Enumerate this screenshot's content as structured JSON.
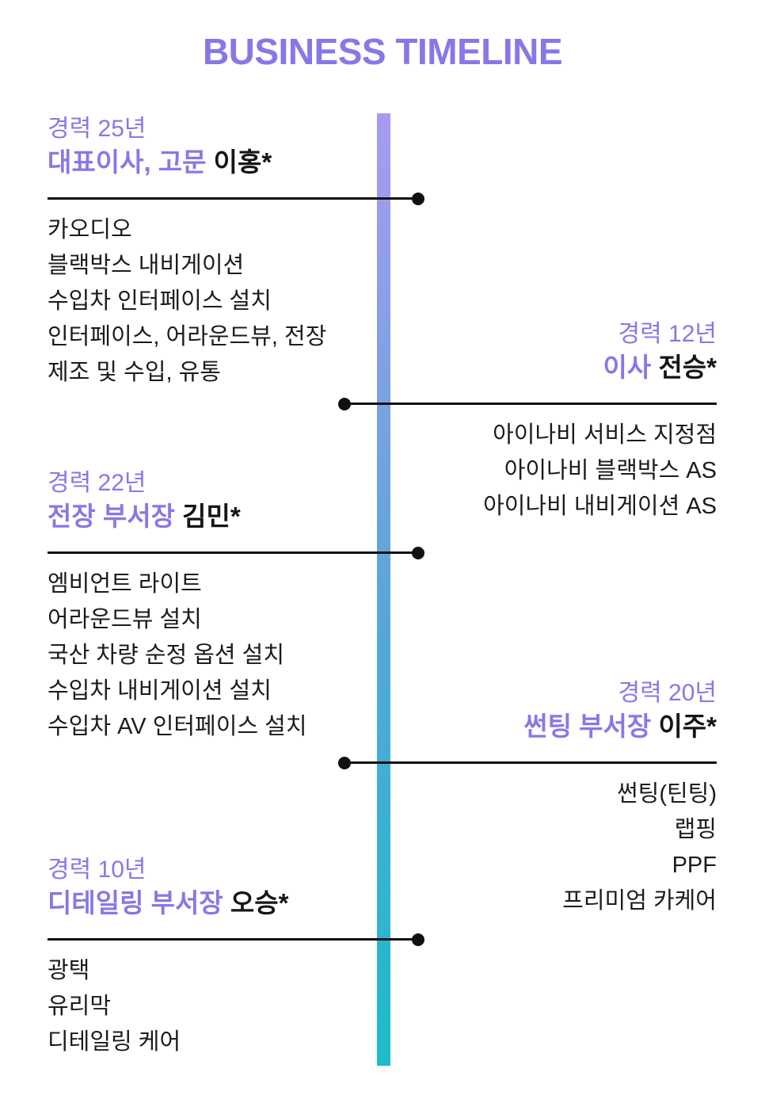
{
  "title": "BUSINESS TIMELINE",
  "colors": {
    "accent_purple": "#8678E8",
    "gradient_top": "#A89BF0",
    "gradient_mid": "#55A7D8",
    "gradient_bottom": "#1CBCC9",
    "text_dark": "#151515",
    "line_black": "#111111",
    "bg": "#FFFFFF"
  },
  "entries": [
    {
      "side": "left",
      "years": "경력 25년",
      "role": "대표이사, 고문",
      "name": "이홍*",
      "items": [
        "카오디오",
        "블랙박스 내비게이션",
        "수입차 인터페이스 설치",
        "인터페이스, 어라운드뷰, 전장",
        "제조 및 수입, 유통"
      ]
    },
    {
      "side": "right",
      "years": "경력 12년",
      "role": "이사",
      "name": "전승*",
      "items": [
        "아이나비 서비스 지정점",
        "아이나비 블랙박스 AS",
        "아이나비 내비게이션 AS"
      ]
    },
    {
      "side": "left",
      "years": "경력 22년",
      "role": "전장 부서장",
      "name": "김민*",
      "items": [
        "엠비언트 라이트",
        "어라운드뷰 설치",
        "국산 차량 순정 옵션 설치",
        "수입차 내비게이션 설치",
        "수입차 AV 인터페이스 설치"
      ]
    },
    {
      "side": "right",
      "years": "경력 20년",
      "role": "썬팅 부서장",
      "name": "이주*",
      "items": [
        "썬팅(틴팅)",
        "랩핑",
        "PPF",
        "프리미엄 카케어"
      ]
    },
    {
      "side": "left",
      "years": "경력 10년",
      "role": "디테일링 부서장",
      "name": "오승*",
      "items": [
        "광택",
        "유리막",
        "디테일링 케어"
      ]
    }
  ]
}
